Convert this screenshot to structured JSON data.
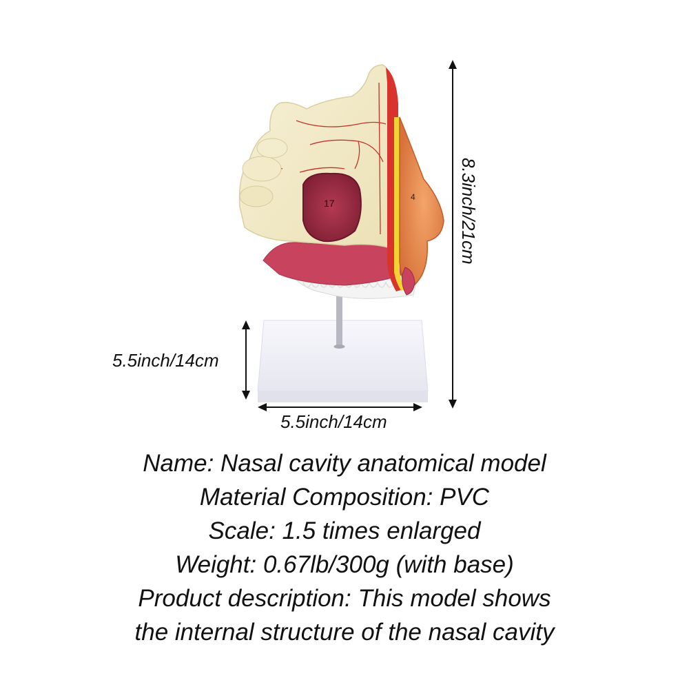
{
  "dimensions": {
    "height": "8.3inch/21cm",
    "width": "5.5inch/14cm",
    "depth": "5.5inch/14cm"
  },
  "model_markers": {
    "marker_17": "17",
    "marker_4": "4"
  },
  "info": {
    "name": "Name: Nasal cavity anatomical model",
    "material": "Material Composition: PVC",
    "scale": "Scale: 1.5 times enlarged",
    "weight": "Weight: 0.67lb/300g (with base)",
    "description_line1": "Product description: This model shows",
    "description_line2": "the internal structure of the nasal cavity"
  },
  "colors": {
    "bone": "#f3eccb",
    "mucosa": "#c8435d",
    "skin": "#e8894a",
    "base": "#f1f1f8",
    "arrow": "#111111"
  }
}
